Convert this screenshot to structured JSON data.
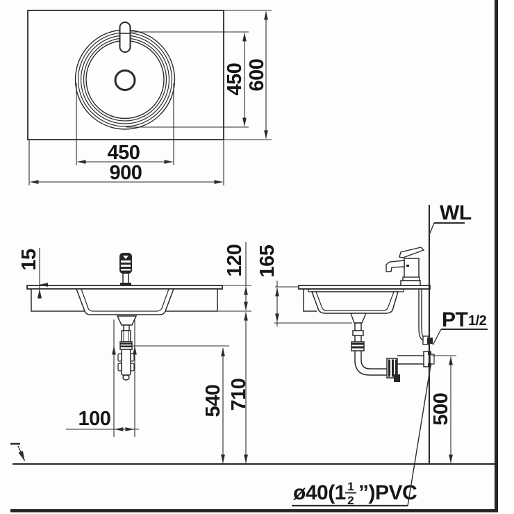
{
  "plan_view": {
    "basin_depth": "450",
    "counter_depth": "600",
    "basin_width": "450",
    "counter_width": "900"
  },
  "front_view": {
    "top_thickness": "15",
    "fascia_height": "120",
    "drain_offset": "100",
    "trap_height": "540",
    "underside_height": "710"
  },
  "side_view": {
    "basin_depth": "165",
    "outlet_height": "500",
    "wall_label": "WL",
    "supply_prefix": "PT",
    "supply_size": "1/2"
  },
  "note": {
    "pvc_prefix": "ø40(1",
    "pvc_numerator": "1",
    "pvc_denominator": "2",
    "pvc_suffix": "”)PVC"
  }
}
